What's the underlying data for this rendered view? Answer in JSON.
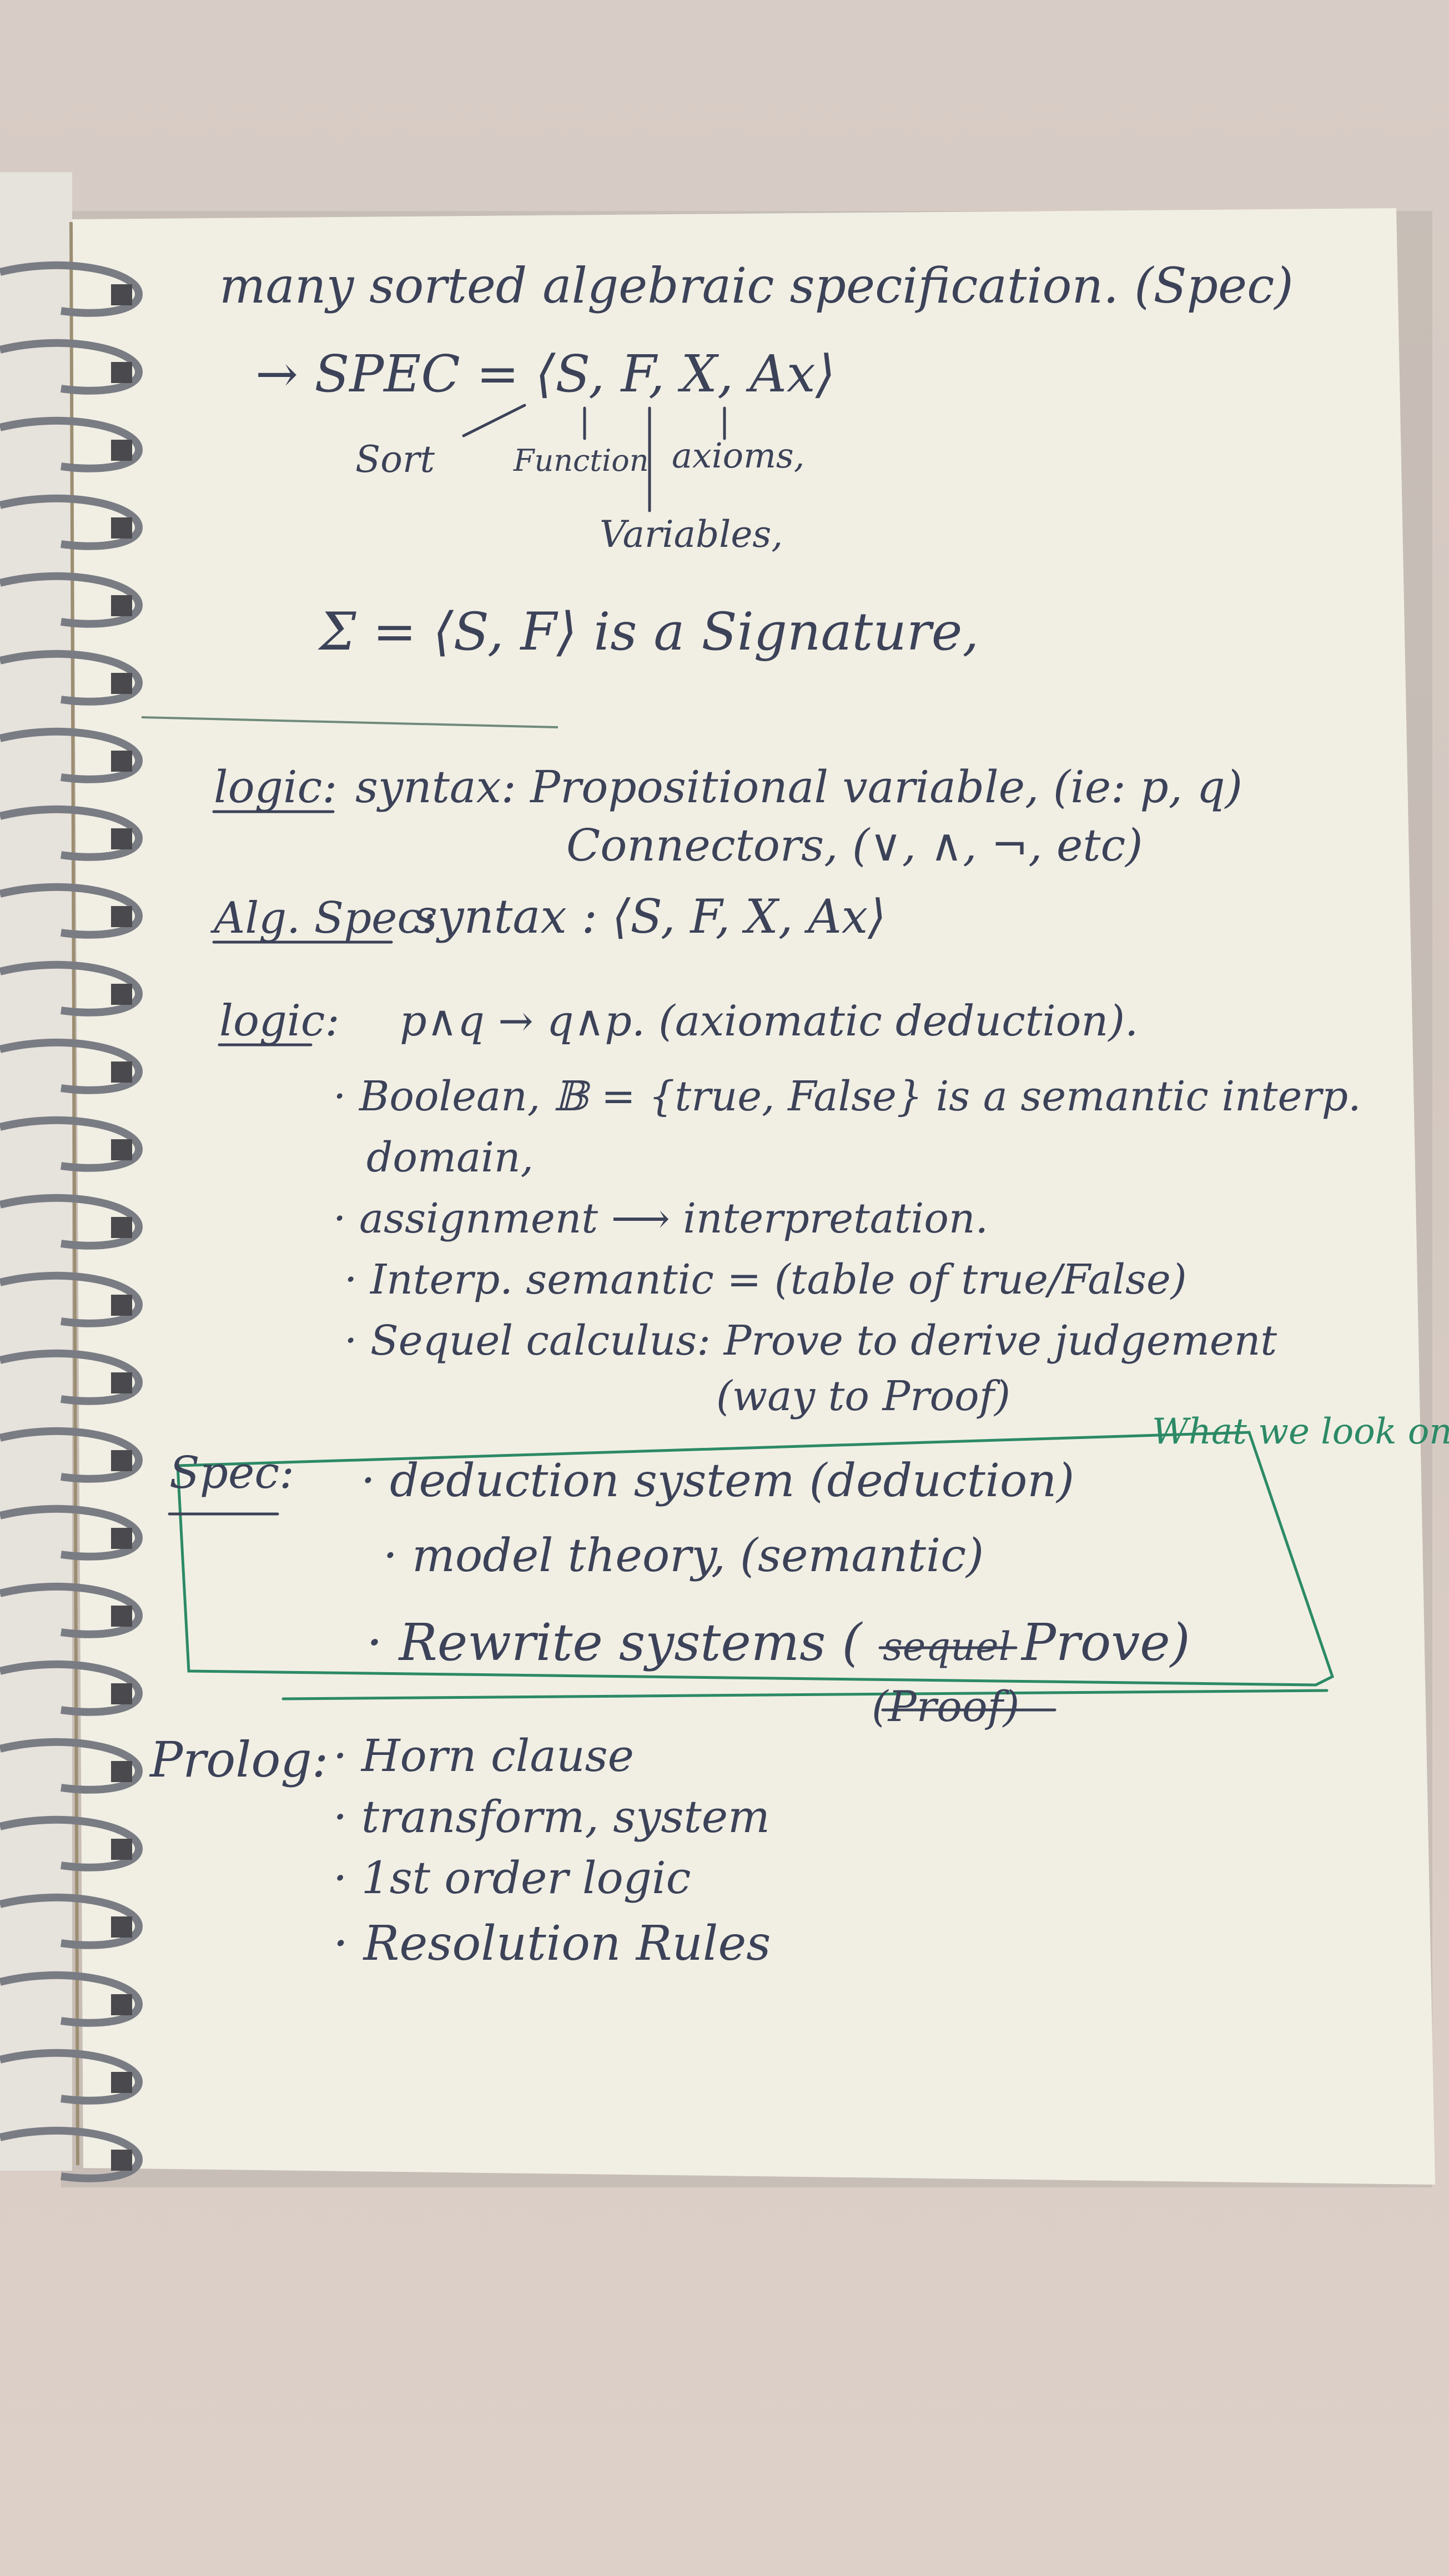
{
  "notes": {
    "l1": "many sorted algebraic specification. (Spec)",
    "l2": "→ SPEC = ⟨S, F, X, Ax⟩",
    "lbl_sort": "Sort",
    "lbl_function": "Function",
    "lbl_axioms": "axioms,",
    "lbl_variables": "Variables,",
    "l3": "Σ = ⟨S, F⟩ is a Signature,",
    "logic1_head": "logic:",
    "logic1_a": "syntax: Propositional variable, (ie: p, q)",
    "logic1_b": "Connectors, (∨, ∧, ¬, etc)",
    "alg_head": "Alg. Spec:",
    "alg_text": "syntax : ⟨S, F, X, Ax⟩",
    "logic2_head": "logic:",
    "logic2_text": "p∧q → q∧p. (axiomatic deduction).",
    "b1": "· Boolean, 𝔹 = {true, False} is a semantic interp.",
    "b1b": "domain,",
    "b2": "· assignment ⟶ interpretation.",
    "b3": "· Interp. semantic = (table of true/False)",
    "b4": "· Sequel calculus: Prove to derive judgement",
    "b4b": "(way to Proof)",
    "spec_head": "Spec:",
    "s1": "· deduction system (deduction)",
    "s2": "· model theory, (semantic)",
    "s3a": "· Rewrite systems (",
    "s3strike": "sequel",
    "s3b": "Prove)",
    "s3c": "(Proof)",
    "green_note": "What we look on.",
    "prolog_head": "Prolog:",
    "p1": "· Horn clause",
    "p2": "· transform, system",
    "p3": "· 1st order logic",
    "p4": "· Resolution Rules"
  }
}
